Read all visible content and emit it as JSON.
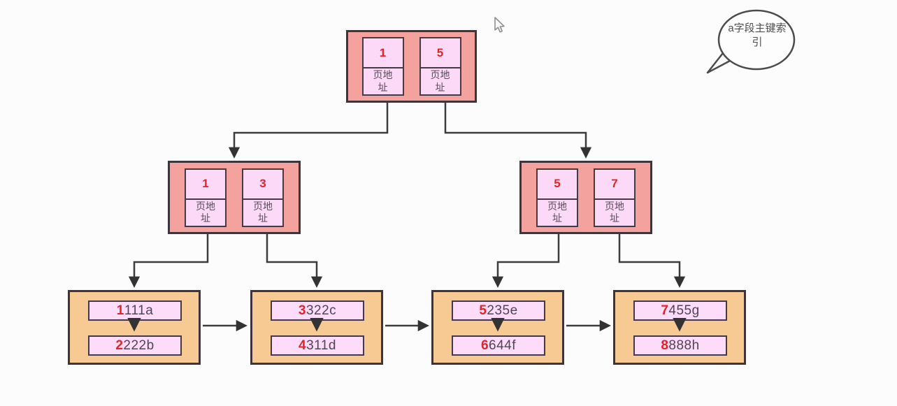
{
  "bubble": {
    "text": "a字段主键索引"
  },
  "tree": {
    "root": {
      "cells": [
        {
          "key": "1",
          "label": "页地址"
        },
        {
          "key": "5",
          "label": "页地址"
        }
      ]
    },
    "internal": [
      {
        "cells": [
          {
            "key": "1",
            "label": "页地址"
          },
          {
            "key": "3",
            "label": "页地址"
          }
        ]
      },
      {
        "cells": [
          {
            "key": "5",
            "label": "页地址"
          },
          {
            "key": "7",
            "label": "页地址"
          }
        ]
      }
    ],
    "leaves": [
      {
        "rows": [
          {
            "key": "1",
            "value": "111a"
          },
          {
            "key": "2",
            "value": "222b"
          }
        ]
      },
      {
        "rows": [
          {
            "key": "3",
            "value": "322c"
          },
          {
            "key": "4",
            "value": "311d"
          }
        ]
      },
      {
        "rows": [
          {
            "key": "5",
            "value": "235e"
          },
          {
            "key": "6",
            "value": "644f"
          }
        ]
      },
      {
        "rows": [
          {
            "key": "7",
            "value": "455g"
          },
          {
            "key": "8",
            "value": "888h"
          }
        ]
      }
    ]
  },
  "colors": {
    "internal_node_fill": "#f3a29d",
    "leaf_node_fill": "#f6ca92",
    "cell_fill": "#fbd9f7",
    "key_red": "#e02428",
    "border": "#3f333c",
    "connector": "#3c3c3c",
    "background": "#fcfcfc"
  }
}
